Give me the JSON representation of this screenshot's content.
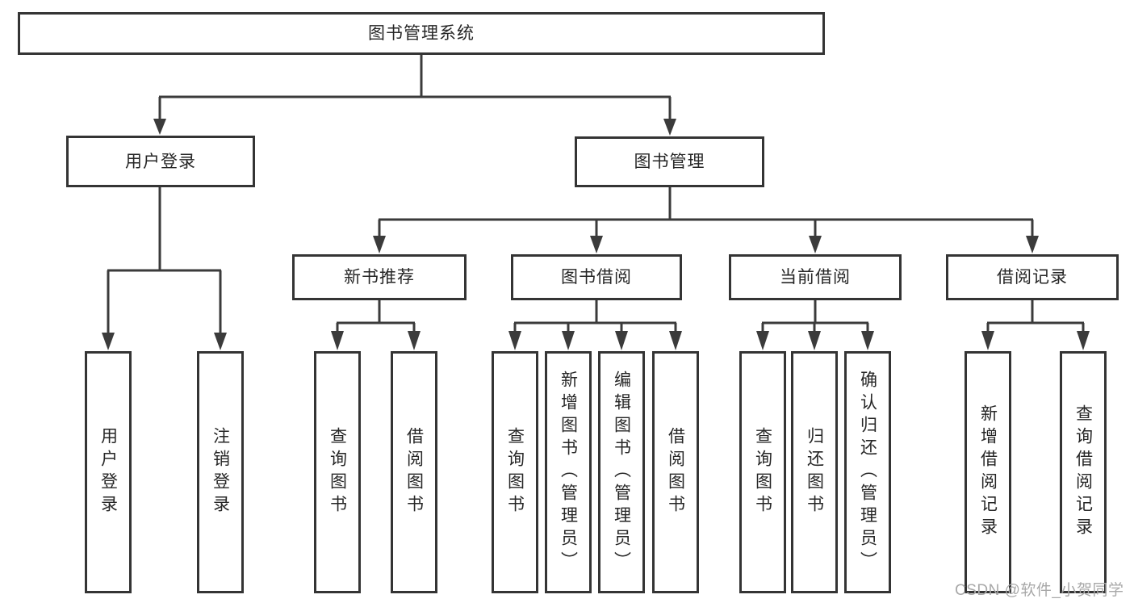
{
  "tree": {
    "root": {
      "label": "图书管理系统"
    },
    "branches": [
      {
        "label": "用户登录",
        "leaves": [
          "用户登录",
          "注销登录"
        ]
      },
      {
        "label": "图书管理",
        "groups": [
          {
            "label": "新书推荐",
            "leaves": [
              "查询图书",
              "借阅图书"
            ]
          },
          {
            "label": "图书借阅",
            "leaves": [
              "查询图书",
              "新增图书（管理员）",
              "编辑图书（管理员）",
              "借阅图书"
            ]
          },
          {
            "label": "当前借阅",
            "leaves": [
              "查询图书",
              "归还图书",
              "确认归还（管理员）"
            ]
          },
          {
            "label": "借阅记录",
            "leaves": [
              "新增借阅记录",
              "查询借阅记录"
            ]
          }
        ]
      }
    ]
  },
  "watermark": {
    "text": "CSDN @软件_小贺同学"
  },
  "colors": {
    "line": "#3b3b3b",
    "border": "#343434",
    "text": "#262626",
    "background": "#ffffff",
    "watermark": "#a8a8a8"
  }
}
